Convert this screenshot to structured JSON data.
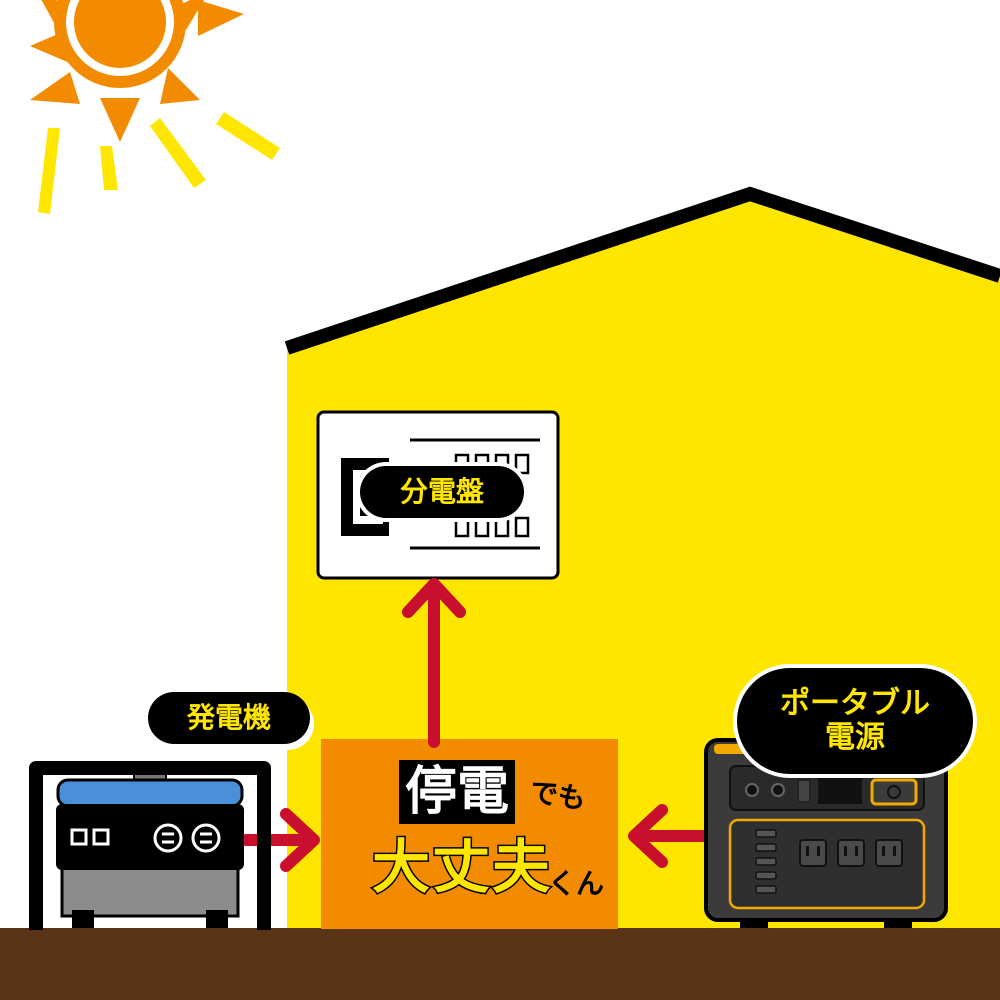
{
  "labels": {
    "distribution_panel": "分電盤",
    "generator": "発電機",
    "portable_power": "ポータブル\n電源"
  },
  "center_sign": {
    "line1_boxed": "停電",
    "line1_small": "でも",
    "line2": "大丈夫",
    "line2_small": "くん"
  },
  "colors": {
    "sun": "#f28b00",
    "sun_rays": "#ffe600",
    "house": "#ffe600",
    "roof": "#000000",
    "ground": "#5a3414",
    "center_box": "#f28b00",
    "arrow": "#c8102e",
    "generator_panel": "#4a90d9",
    "power_station": "#3b3b3b",
    "power_station_accent": "#f2a900"
  },
  "icons": [
    "sun-icon",
    "distribution-panel-icon",
    "generator-icon",
    "portable-power-station-icon",
    "arrow-up-icon",
    "arrow-right-icon",
    "arrow-left-icon"
  ]
}
